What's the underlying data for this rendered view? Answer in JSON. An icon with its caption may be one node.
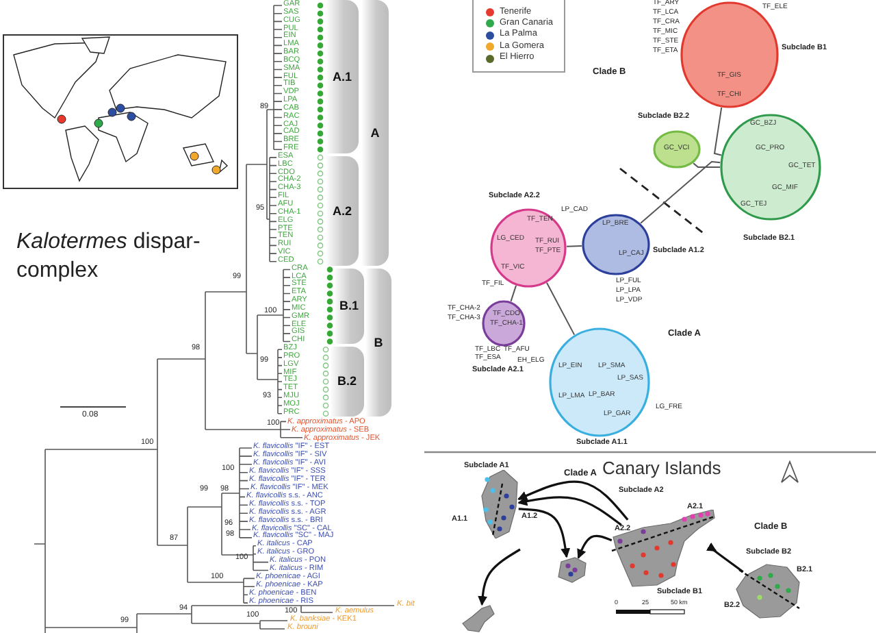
{
  "diagram": {
    "title": "*Kalotermes* dispar-complex",
    "nodes": [
      {
        "text": [
          "A.1"
        ]
      },
      {
        "text": [
          "A.2"
        ]
      },
      {
        "text": [
          "B.1"
        ]
      },
      {
        "text": [
          "B.2"
        ]
      },
      {
        "text": [
          "A"
        ]
      },
      {
        "text": [
          "B"
        ]
      },
      {
        "text": [
          "TF_GIS",
          "TF_CHI"
        ],
        "beside": [
          "TF_ARY",
          "TF_LCA",
          "TF_CRA",
          "TF_MIC",
          "TF_STE",
          "TF_ETA",
          "TF_ELE",
          "Subclade B1"
        ]
      },
      {
        "text": [
          "GC_VCI"
        ]
      },
      {
        "text": [
          "GC_BZJ",
          "GC_PRO",
          "GC_TET",
          "GC_MIF",
          "GC_TEJ"
        ],
        "beside": [
          "Subclade B2.1"
        ]
      },
      {
        "text": [
          "TF_TEN",
          "LG_CED",
          "TF_RUI",
          "TF_PTE",
          "TF_VIC"
        ],
        "beside": [
          "Subclade A2.2"
        ]
      },
      {
        "text": [
          "LP_BRE",
          "LP_CAJ"
        ],
        "beside": [
          "LP_CAD",
          "LP_FUL",
          "LP_LPA",
          "LP_VDP",
          "Subclade A1.2"
        ]
      },
      {
        "text": [
          "TF_CDO",
          "TF_CHA-1"
        ],
        "beside": [
          "TF_CHA-2",
          "TF_CHA-3",
          "TF_LBC",
          "TF_ESA",
          "TF_AFU",
          "Subclade A2.1"
        ]
      },
      {
        "text": [
          "LP_EIN",
          "LP_SMA",
          "LP_SAS",
          "LP_LMA",
          "LP_BAR",
          "LP_GAR"
        ],
        "beside": [
          "LG_FRE",
          "Subclade A1.1"
        ]
      },
      {
        "text": [],
        "shape": "picture"
      },
      {
        "text": [],
        "shape": "picture"
      },
      {
        "text": [],
        "shape": "picture"
      },
      {
        "text": [],
        "shape": "picture"
      },
      {
        "text": [],
        "shape": "picture"
      }
    ],
    "edges": [
      {
        "from": 6,
        "to": 8,
        "arrow": "none"
      },
      {
        "from": 7,
        "to": 8,
        "arrow": "none"
      },
      {
        "from": 8,
        "to": 10,
        "arrow": "none"
      },
      {
        "from": 10,
        "to": 9,
        "arrow": "none"
      },
      {
        "from": 9,
        "to": 11,
        "arrow": "none"
      },
      {
        "from": 9,
        "to": 12,
        "arrow": "none"
      },
      {
        "from": 15,
        "to": 13,
        "arrow": "to"
      },
      {
        "from": 15,
        "to": 13,
        "arrow": "to"
      },
      {
        "from": 13,
        "to": 14,
        "arrow": "to"
      },
      {
        "from": 15,
        "to": 14,
        "arrow": "to"
      },
      {
        "from": null,
        "to": 16,
        "arrow": "to"
      },
      {
        "from": 17,
        "to": 15,
        "arrow": "to"
      }
    ],
    "labels": [
      "GAR",
      "SAS",
      "CUG",
      "PUL",
      "EIN",
      "LMA",
      "BAR",
      "BCQ",
      "SMA",
      "FUL",
      "TIB",
      "VDP",
      "LPA",
      "CAB",
      "RAC",
      "CAJ",
      "CAD",
      "BRE",
      "FRE",
      "ESA",
      "LBC",
      "CDO",
      "CHA-2",
      "CHA-3",
      "FIL",
      "AFU",
      "CHA-1",
      "ELG",
      "PTE",
      "TEN",
      "RUI",
      "VIC",
      "CED",
      "CRA",
      "LCA",
      "STE",
      "ETA",
      "ARY",
      "MIC",
      "GMR",
      "ELE",
      "GIS",
      "CHI",
      "BZJ",
      "PRO",
      "LGV",
      "MIF",
      "TEJ",
      "TET",
      "MJU",
      "MOJ",
      "PRC",
      "*K. approximatus* - APO",
      "*K. approximatus* - SEB",
      "*K. approximatus* - JEK",
      "*K. flavicollis* \"IF\" - EST",
      "*K. flavicollis* \"IF\" - SIV",
      "*K. flavicollis* \"IF\" - AVI",
      "*K. flavicollis* \"IF\" - SSS",
      "*K. flavicollis* \"IF\" - TER",
      "*K. flavicollis* \"IF\" - MEK",
      "*K. flavicollis* s.s. - ANC",
      "*K. flavicollis* s.s. - TOP",
      "*K. flavicollis* s.s. - AGR",
      "*K. flavicollis* s.s. - BRI",
      "*K. flavicollis* \"SC\" - CAL",
      "*K. flavicollis* \"SC\" - MAJ",
      "*K. italicus* - CAP",
      "*K. italicus* - GRO",
      "*K. italicus* - PON",
      "*K. italicus* - RIM",
      "*K. phoenicae* - AGI",
      "*K. phoenicae* - KAP",
      "*K. phoenicae* - BEN",
      "*K. phoenicae* - RIS",
      "K. bit",
      "K. aemulus",
      "*K. banksiae* - KEK1",
      "K. brouni",
      "89",
      "95",
      "99",
      "100",
      "98",
      "99",
      "93",
      "100",
      "100",
      "100",
      "99",
      "98",
      "96",
      "98",
      "87",
      "100",
      "100",
      "94",
      "100",
      "99",
      "100",
      "0.08",
      "Clade B",
      "Subclade B2.2",
      "TF_FIL",
      "Clade A",
      "EH_ELG",
      "Canary Islands",
      "Subclade A1",
      "Clade A",
      "Subclade A2",
      "A2.1",
      "A1.1",
      "A1.2",
      "A2.2",
      "Clade B",
      "Subclade B2",
      "B2.1",
      "Subclade B1",
      "B2.2",
      "0",
      "25",
      "50 km"
    ],
    "legend": [
      {
        "text": "Tenerife",
        "color": "#e8392f"
      },
      {
        "text": "Gran Canaria",
        "color": "#2eaa4a"
      },
      {
        "text": "La Palma",
        "color": "#2d4ea0"
      },
      {
        "text": "La Gomera",
        "color": "#f0a92a"
      },
      {
        "text": "El Hierro",
        "color": "#5a6a2a"
      }
    ]
  }
}
